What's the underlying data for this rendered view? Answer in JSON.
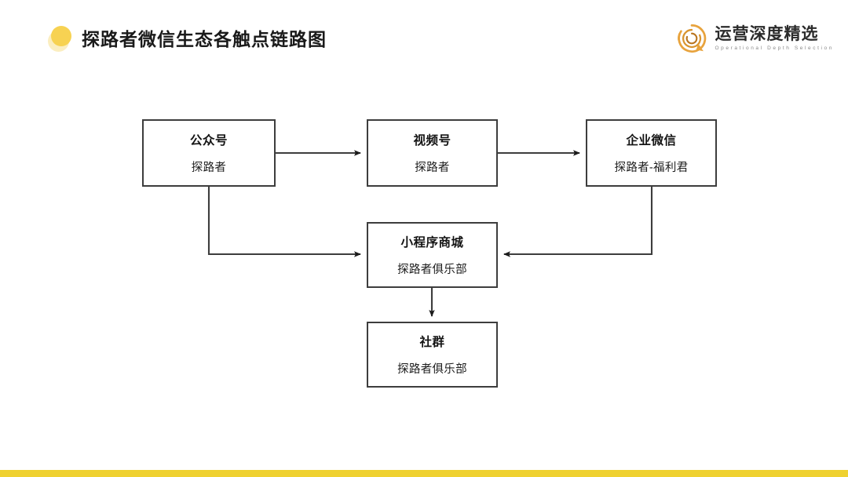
{
  "header": {
    "title": "探路者微信生态各触点链路图",
    "bullet_color": "#f7d252",
    "brand": {
      "name": "运营深度精选",
      "tagline": "Operational Depth Selection",
      "mark_color": "#e8a33d"
    }
  },
  "diagram": {
    "type": "flowchart",
    "nodes": [
      {
        "id": "official",
        "title": "公众号",
        "subtitle": "探路者"
      },
      {
        "id": "channels",
        "title": "视频号",
        "subtitle": "探路者"
      },
      {
        "id": "work",
        "title": "企业微信",
        "subtitle": "探路者-福利君"
      },
      {
        "id": "miniapp",
        "title": "小程序商城",
        "subtitle": "探路者俱乐部"
      },
      {
        "id": "community",
        "title": "社群",
        "subtitle": "探路者俱乐部"
      }
    ],
    "edges": [
      {
        "from": "official",
        "to": "channels",
        "style": "straight-horizontal"
      },
      {
        "from": "channels",
        "to": "work",
        "style": "straight-horizontal"
      },
      {
        "from": "official",
        "to": "miniapp",
        "style": "elbow-down-right"
      },
      {
        "from": "work",
        "to": "miniapp",
        "style": "elbow-down-left"
      },
      {
        "from": "miniapp",
        "to": "community",
        "style": "straight-vertical"
      }
    ],
    "line_color": "#3d3d3d",
    "box_border_color": "#3d3d3d"
  },
  "footer": {
    "bar_color": "#efd130"
  }
}
